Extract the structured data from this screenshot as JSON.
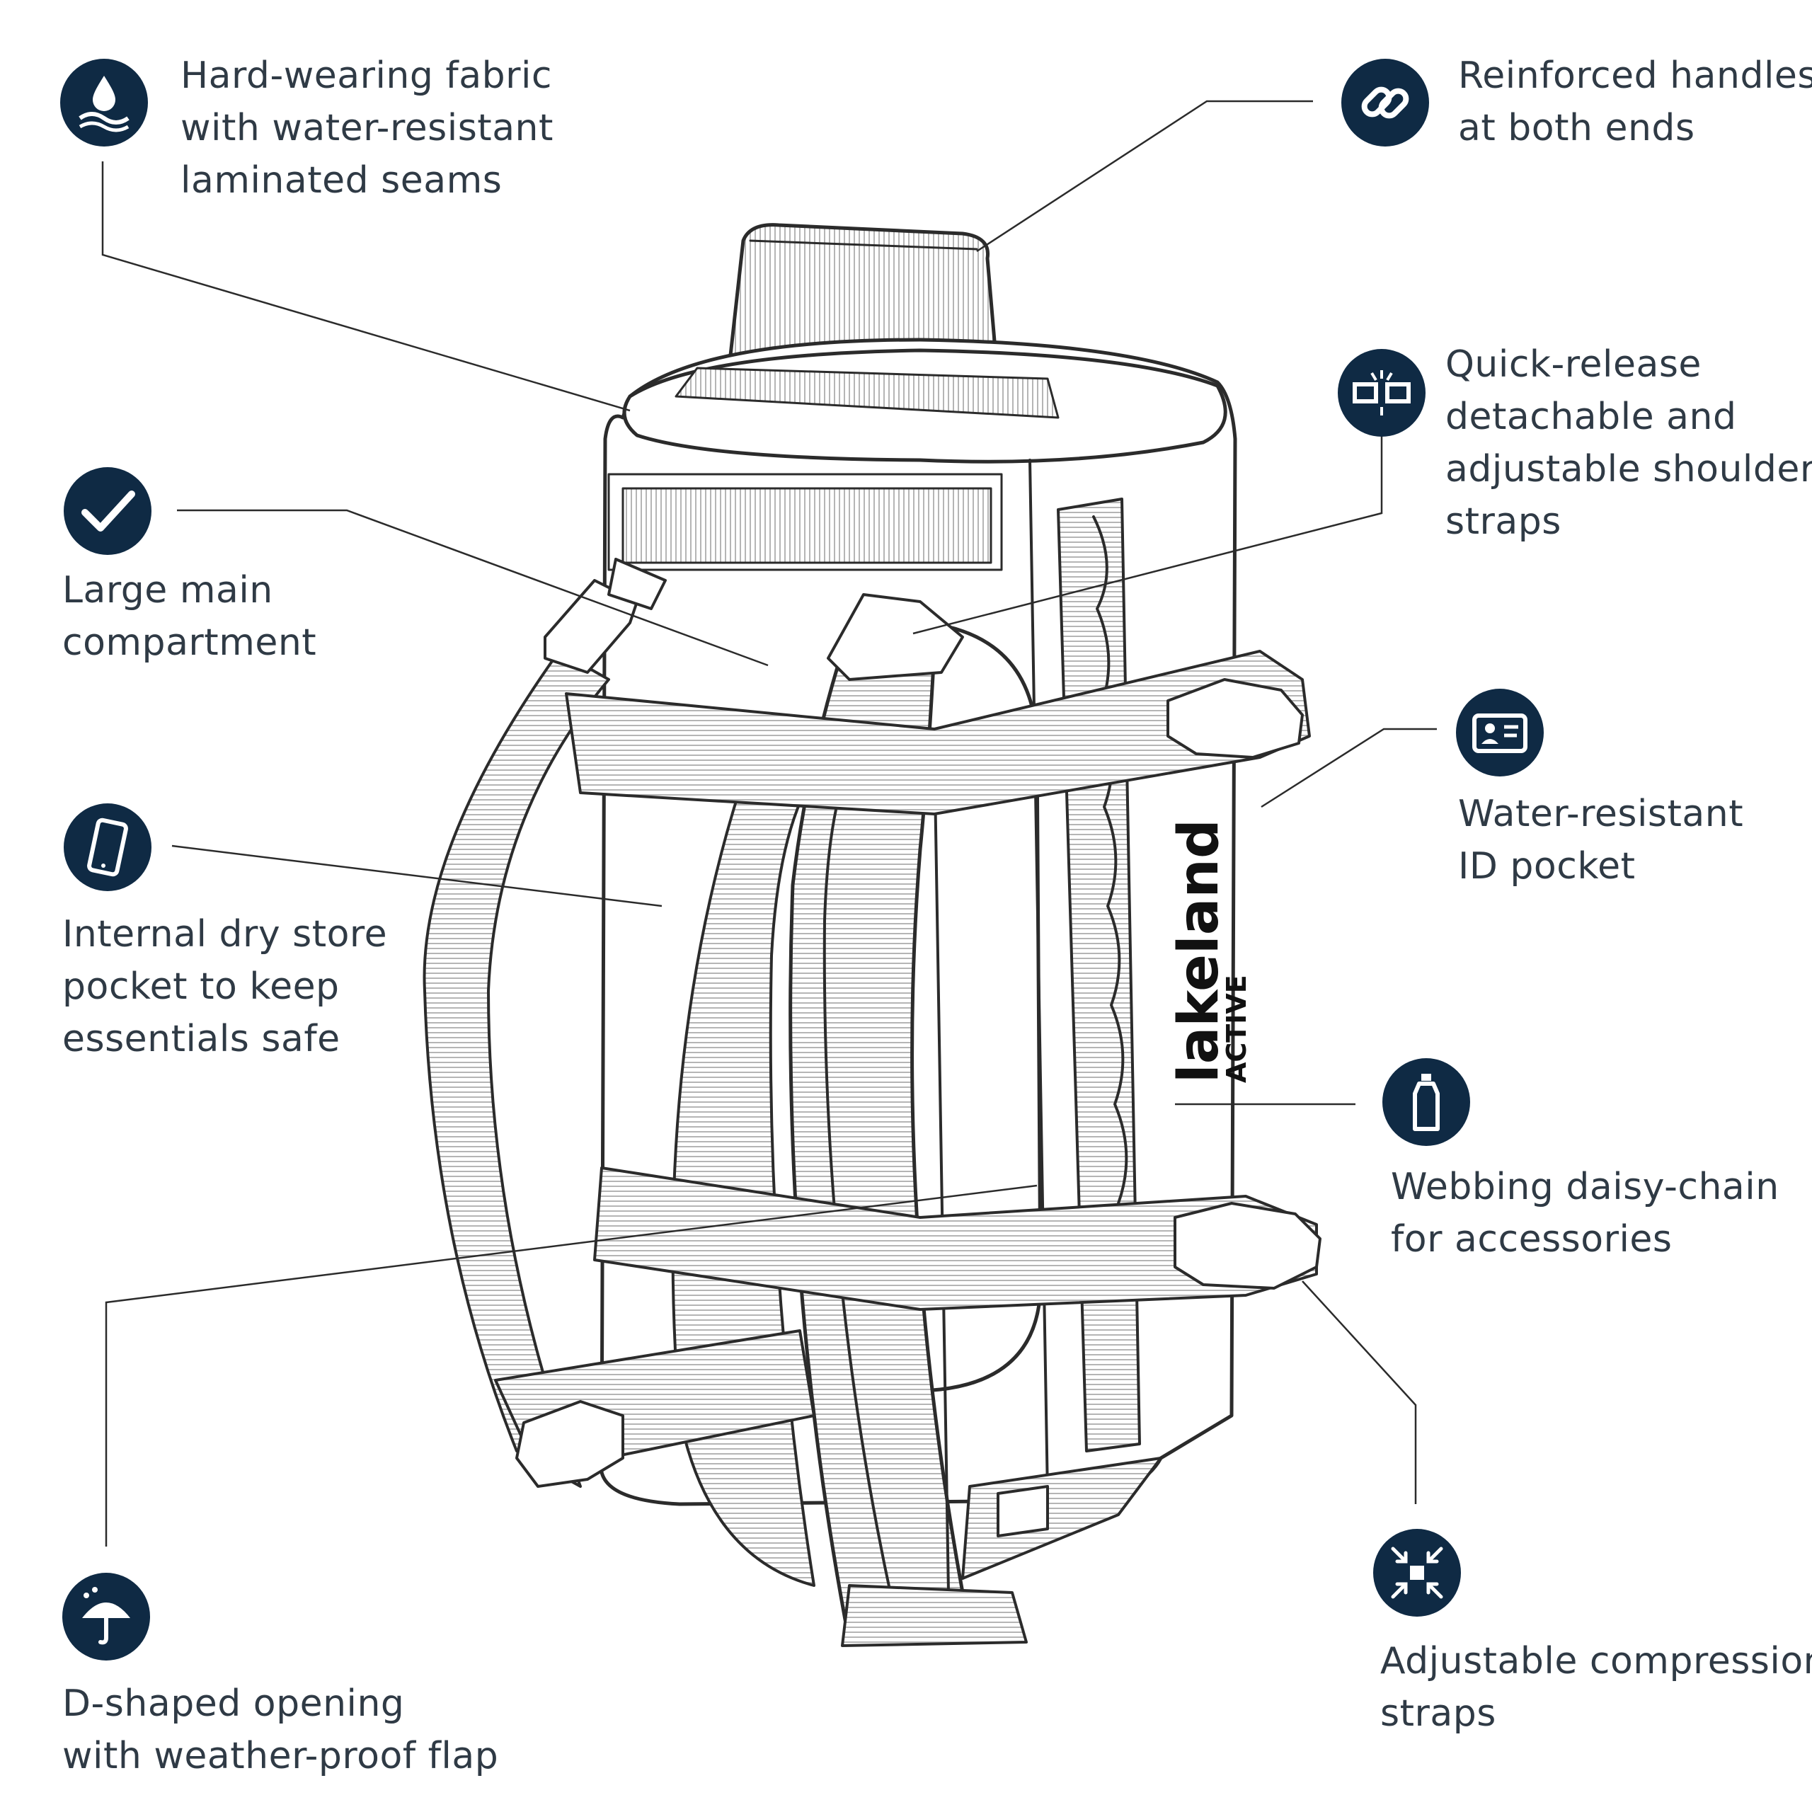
{
  "colors": {
    "badge": "#0f2a44",
    "text": "#2f3a45",
    "line": "#2b2b2b"
  },
  "features": [
    {
      "id": "fabric",
      "icon": "water-drop-icon",
      "lines": [
        "Hard-wearing fabric",
        "with water-resistant",
        "laminated seams"
      ]
    },
    {
      "id": "handles",
      "icon": "chain-link-icon",
      "lines": [
        "Reinforced handles",
        "at both ends"
      ]
    },
    {
      "id": "quick-release",
      "icon": "buckle-icon",
      "lines": [
        "Quick-release",
        "detachable and",
        "adjustable shoulder",
        "straps"
      ]
    },
    {
      "id": "main-compartment",
      "icon": "checkmark-icon",
      "lines": [
        "Large main",
        "compartment"
      ]
    },
    {
      "id": "id-pocket",
      "icon": "id-card-icon",
      "lines": [
        "Water-resistant",
        "ID pocket"
      ]
    },
    {
      "id": "dry-store",
      "icon": "phone-icon",
      "lines": [
        "Internal dry store",
        "pocket to keep",
        "essentials safe"
      ]
    },
    {
      "id": "daisy-chain",
      "icon": "bottle-icon",
      "lines": [
        "Webbing daisy-chain",
        "for accessories"
      ]
    },
    {
      "id": "d-opening",
      "icon": "umbrella-icon",
      "lines": [
        "D-shaped opening",
        "with weather-proof flap"
      ]
    },
    {
      "id": "compression",
      "icon": "compress-arrows-icon",
      "lines": [
        "Adjustable compression",
        "straps"
      ]
    }
  ],
  "brand": {
    "name": "lakeland",
    "sub": "ACTIVE"
  }
}
